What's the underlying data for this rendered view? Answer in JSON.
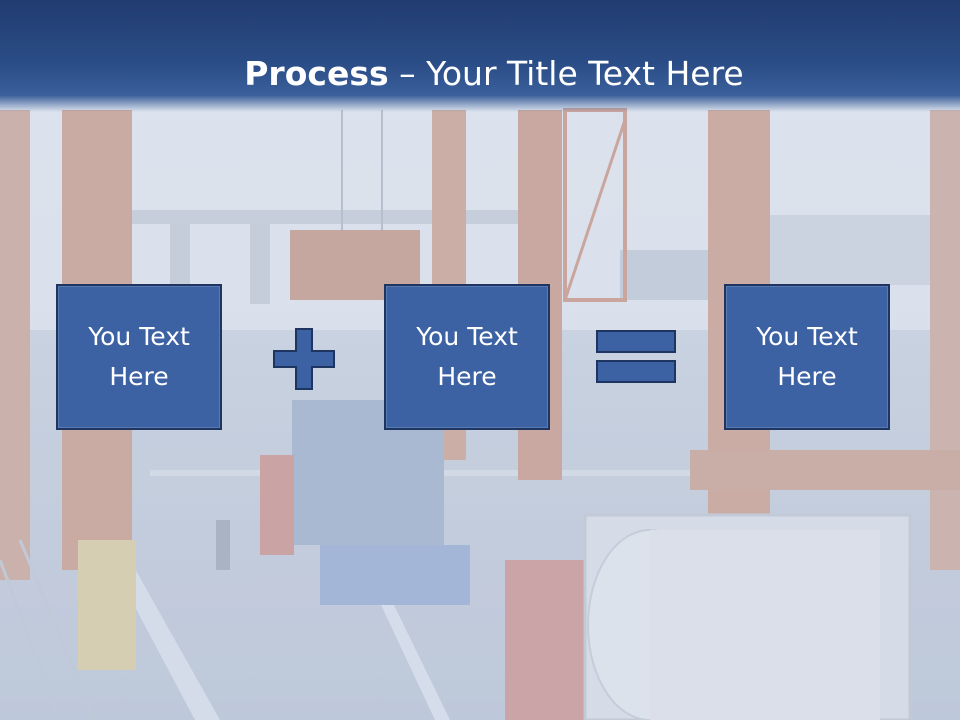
{
  "slide": {
    "title_bold": "Process",
    "title_rest": " – Your Title Text Here"
  },
  "process": {
    "boxes": [
      {
        "text": "You Text Here"
      },
      {
        "text": "You Text Here"
      },
      {
        "text": "You Text Here"
      }
    ],
    "operators": [
      "plus-icon",
      "equals-icon"
    ]
  },
  "colors": {
    "header": "#2a4c86",
    "box_fill": "#3c62a4",
    "box_border": "#1e3561",
    "text": "#ffffff"
  }
}
